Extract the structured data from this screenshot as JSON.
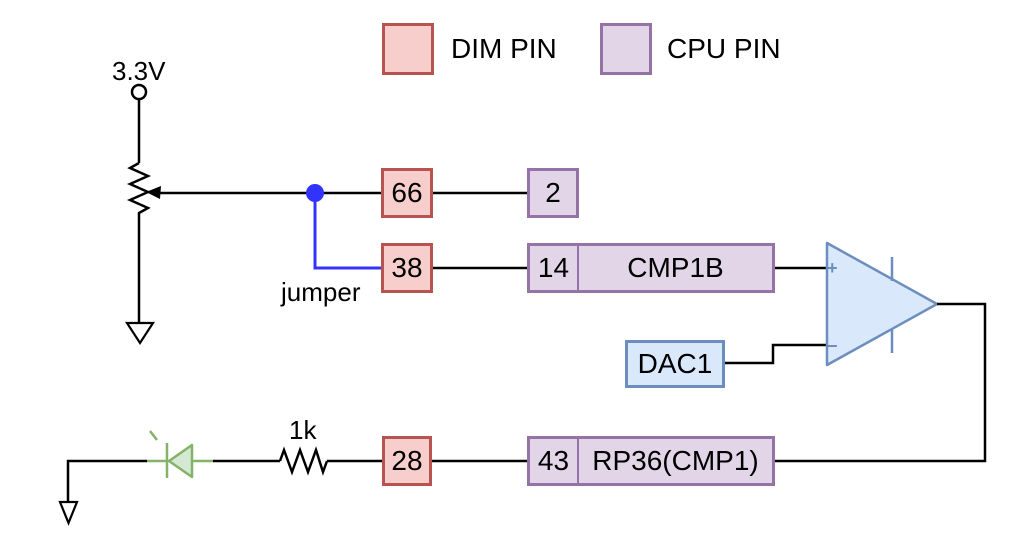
{
  "colors": {
    "wire": "#000000",
    "jumper_wire": "#3333ff",
    "dim_fill": "#f8cecc",
    "dim_stroke": "#b85450",
    "cpu_fill": "#e1d5e7",
    "cpu_stroke": "#9673a6",
    "blue_fill": "#dae8fc",
    "blue_stroke": "#6c8ebf",
    "green_fill": "#d5e8d4",
    "green_stroke": "#82b366"
  },
  "legend": {
    "dim_label": "DIM PIN",
    "cpu_label": "CPU PIN"
  },
  "circuit": {
    "supply_label": "3.3V",
    "jumper_label": "jumper",
    "resistor_value": "1k",
    "dim_pins": {
      "pot_row": "66",
      "jumper_row": "38",
      "led_row": "28"
    },
    "cpu_pins": {
      "plain": "2",
      "cmp_pin": "14",
      "cmp_name": "CMP1B",
      "rp_pin": "43",
      "rp_name": "RP36(CMP1)"
    },
    "dac_label": "DAC1",
    "opamp": {
      "plus": "+",
      "minus": "−"
    }
  }
}
